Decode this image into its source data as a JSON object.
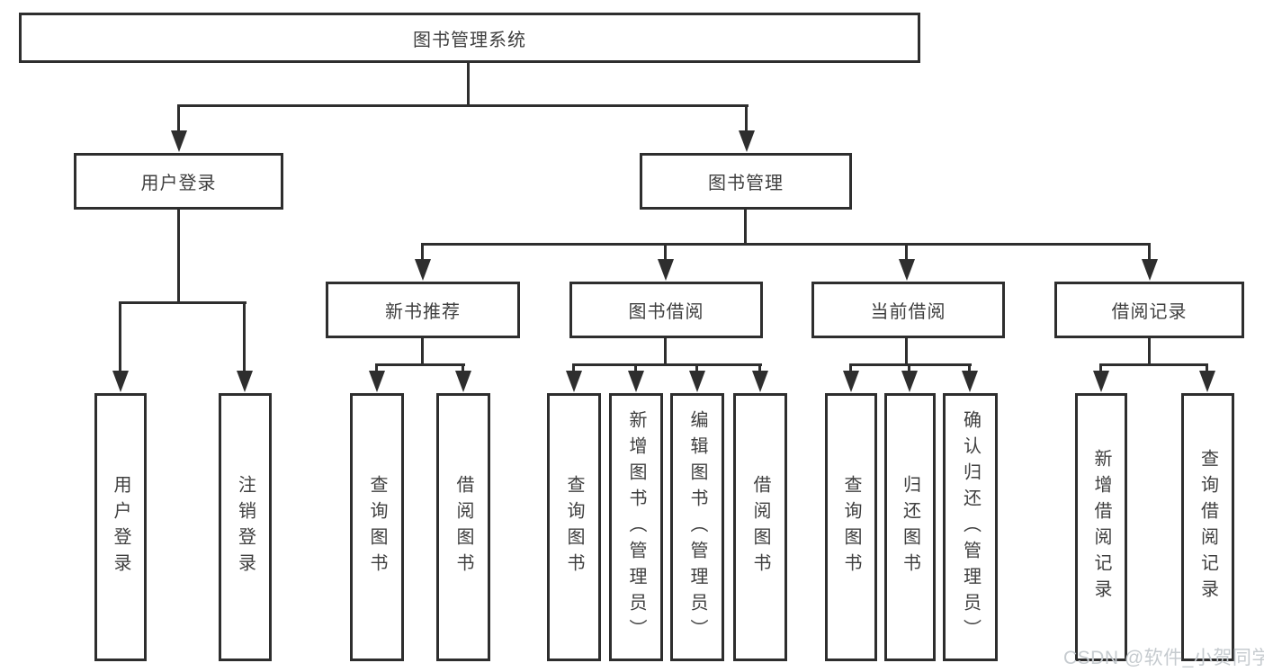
{
  "diagram": {
    "title": "图书管理系统",
    "nodes": {
      "root": "图书管理系统",
      "user_login": "用户登录",
      "book_mgmt": "图书管理",
      "new_book_rec": "新书推荐",
      "book_borrow": "图书借阅",
      "current_borrow": "当前借阅",
      "borrow_record": "借阅记录",
      "leaves_user": [
        "用户登录",
        "注销登录"
      ],
      "leaves_new_book": [
        "查询图书",
        "借阅图书"
      ],
      "leaves_borrow": [
        "查询图书",
        "新增图书（管理员）",
        "编辑图书（管理员）",
        "借阅图书"
      ],
      "leaves_current": [
        "查询图书",
        "归还图书",
        "确认归还（管理员）"
      ],
      "leaves_record": [
        "新增借阅记录",
        "查询借阅记录"
      ]
    }
  },
  "watermark": "CSDN @软件_小贺同学",
  "colors": {
    "line": "#2e2e2e",
    "text": "#3f3f3f",
    "background": "#ffffff",
    "watermark": "#c6cbcf"
  }
}
